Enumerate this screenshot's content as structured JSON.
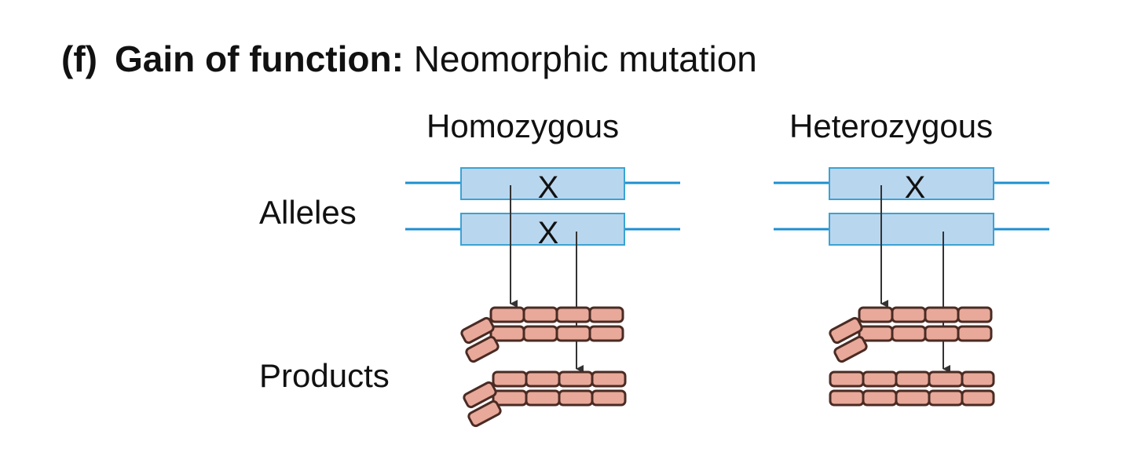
{
  "title": {
    "label": "(f)",
    "category": "Gain of function:",
    "subtitle": "Neomorphic mutation"
  },
  "columns": [
    {
      "label": "Homozygous"
    },
    {
      "label": "Heterozygous"
    }
  ],
  "rows": {
    "alleles": "Alleles",
    "products": "Products"
  },
  "genotypes": {
    "homozygous": {
      "allele1_mark": "X",
      "allele2_mark": "X"
    },
    "heterozygous": {
      "allele1_mark": "X",
      "allele2_mark": ""
    }
  },
  "colors": {
    "gene_fill": "#b9d6ef",
    "gene_stroke": "#3ba3d2",
    "strand": "#1e8fd0",
    "product_fill": "#e8a99a",
    "product_stroke": "#4a2b24",
    "arrow": "#333333"
  }
}
